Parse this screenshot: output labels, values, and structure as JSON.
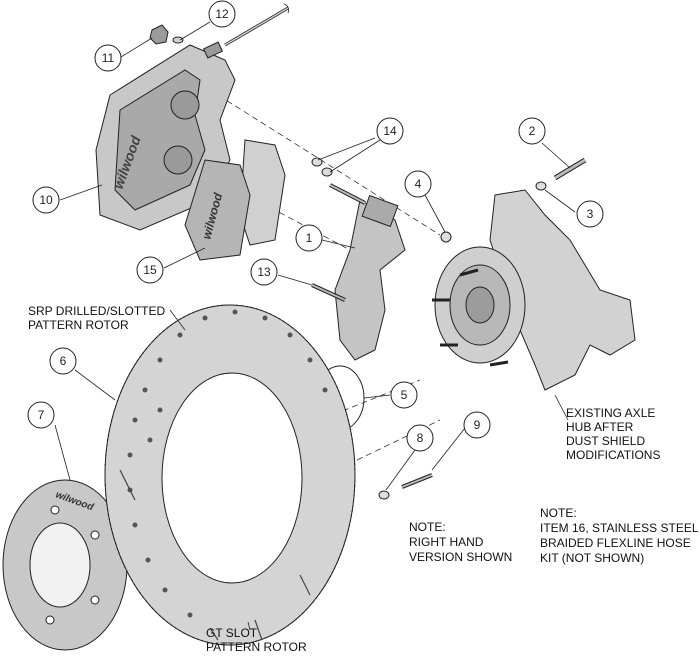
{
  "callouts": {
    "c1": "1",
    "c2": "2",
    "c3": "3",
    "c4": "4",
    "c5": "5",
    "c6": "6",
    "c7": "7",
    "c8": "8",
    "c9": "9",
    "c10": "10",
    "c11": "11",
    "c12": "12",
    "c13": "13",
    "c14": "14",
    "c15": "15"
  },
  "labels": {
    "srp_line1": "SRP DRILLED/SLOTTED",
    "srp_line2": "PATTERN ROTOR",
    "gt_line1": "GT SLOT",
    "gt_line2": "PATTERN ROTOR",
    "hub_line1": "EXISTING AXLE",
    "hub_line2": "HUB AFTER",
    "hub_line3": "DUST SHIELD",
    "hub_line4": "MODIFICATIONS",
    "note1_title": "NOTE:",
    "note1_line1": "RIGHT HAND",
    "note1_line2": "VERSION SHOWN",
    "note2_title": "NOTE:",
    "note2_line1": "ITEM 16, STAINLESS STEEL",
    "note2_line2": "BRAIDED FLEXLINE HOSE",
    "note2_line3": "KIT (NOT SHOWN)"
  },
  "brand": {
    "logo_text": "wilwood"
  },
  "colors": {
    "part_fill": "#c8c8c8",
    "part_dark": "#8a8a8a",
    "line": "#222222"
  }
}
